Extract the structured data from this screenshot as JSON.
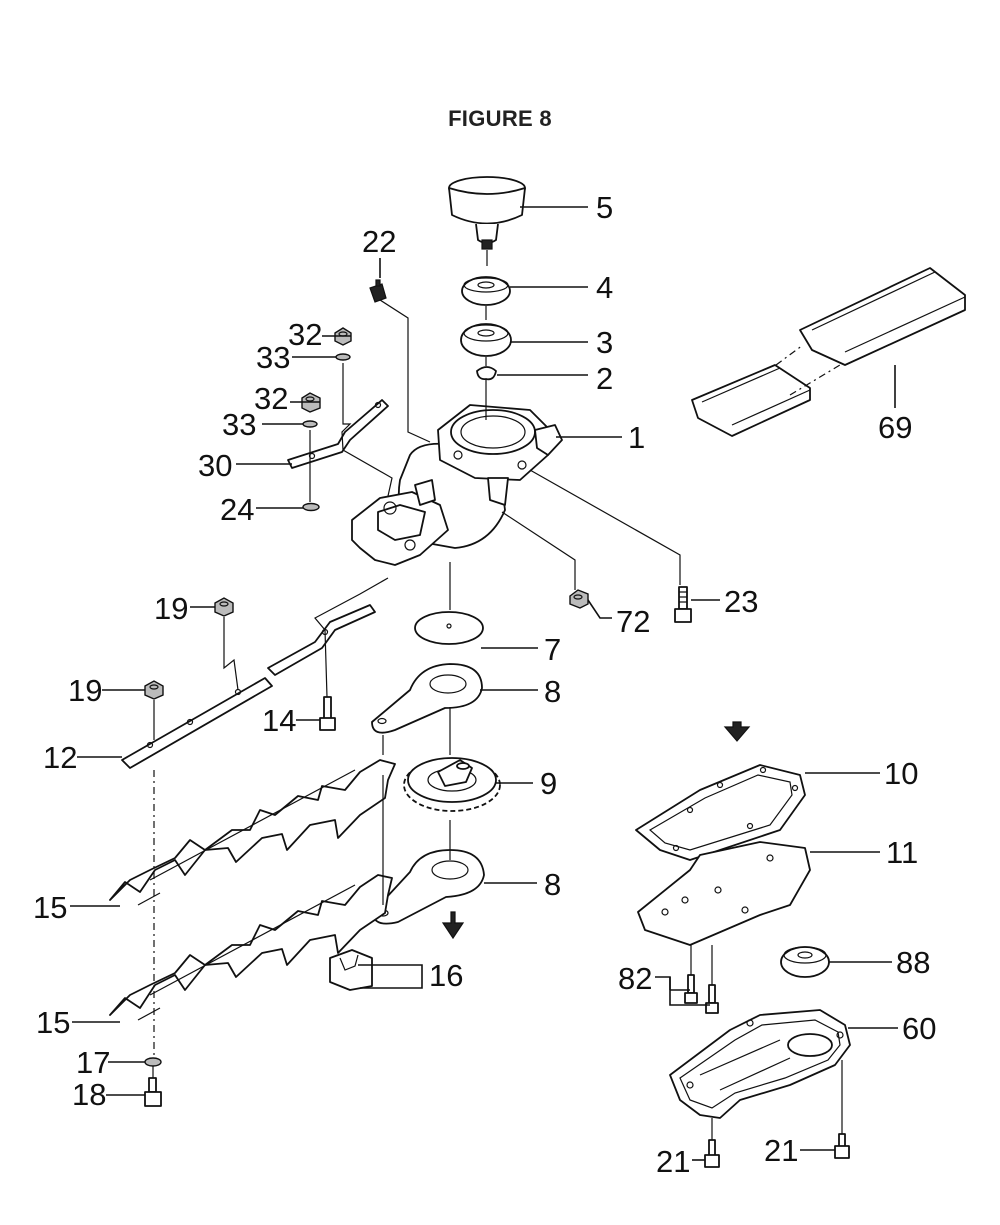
{
  "title": "FIGURE 8",
  "parts": [
    {
      "id": "p5",
      "num": "5"
    },
    {
      "id": "p22",
      "num": "22"
    },
    {
      "id": "p4",
      "num": "4"
    },
    {
      "id": "p32a",
      "num": "32"
    },
    {
      "id": "p33a",
      "num": "33"
    },
    {
      "id": "p3",
      "num": "3"
    },
    {
      "id": "p2",
      "num": "2"
    },
    {
      "id": "p32b",
      "num": "32"
    },
    {
      "id": "p33b",
      "num": "33"
    },
    {
      "id": "p1",
      "num": "1"
    },
    {
      "id": "p69",
      "num": "69"
    },
    {
      "id": "p30",
      "num": "30"
    },
    {
      "id": "p24",
      "num": "24"
    },
    {
      "id": "p23",
      "num": "23"
    },
    {
      "id": "p72",
      "num": "72"
    },
    {
      "id": "p19a",
      "num": "19"
    },
    {
      "id": "p7",
      "num": "7"
    },
    {
      "id": "p19b",
      "num": "19"
    },
    {
      "id": "p8a",
      "num": "8"
    },
    {
      "id": "p14",
      "num": "14"
    },
    {
      "id": "p12",
      "num": "12"
    },
    {
      "id": "p9",
      "num": "9"
    },
    {
      "id": "p10",
      "num": "10"
    },
    {
      "id": "p11",
      "num": "11"
    },
    {
      "id": "p15a",
      "num": "15"
    },
    {
      "id": "p8b",
      "num": "8"
    },
    {
      "id": "p16",
      "num": "16"
    },
    {
      "id": "p88",
      "num": "88"
    },
    {
      "id": "p82",
      "num": "82"
    },
    {
      "id": "p15b",
      "num": "15"
    },
    {
      "id": "p60",
      "num": "60"
    },
    {
      "id": "p17",
      "num": "17"
    },
    {
      "id": "p18",
      "num": "18"
    },
    {
      "id": "p21a",
      "num": "21"
    },
    {
      "id": "p21b",
      "num": "21"
    }
  ]
}
